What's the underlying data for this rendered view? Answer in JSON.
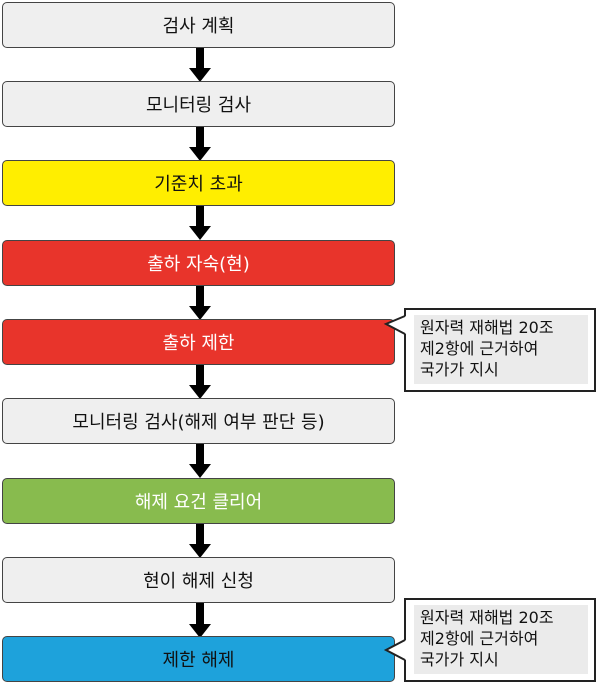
{
  "colors": {
    "default": "#efefef",
    "threshold": "#ffee00",
    "shipping": "#e8342b",
    "clearance": "#88bb4e",
    "release": "#1ea2db",
    "arrow": "#000000"
  },
  "steps": [
    {
      "label": "검사 계획",
      "color": "#efefef"
    },
    {
      "label": "모니터링 검사",
      "color": "#efefef"
    },
    {
      "label": "기준치 초과",
      "color": "#ffee00"
    },
    {
      "label": "출하 자숙(현)",
      "color": "#e8342b"
    },
    {
      "label": "출하 제한",
      "color": "#e8342b"
    },
    {
      "label": "모니터링 검사(해제 여부 판단 등)",
      "color": "#efefef"
    },
    {
      "label": "해제 요건 클리어",
      "color": "#88bb4e"
    },
    {
      "label": "현이 해제 신청",
      "color": "#efefef"
    },
    {
      "label": "제한 해제",
      "color": "#1ea2db"
    }
  ],
  "callouts": [
    {
      "lines": [
        "원자력 재해법 20조",
        "제2항에 근거하여",
        "국가가 지시"
      ]
    },
    {
      "lines": [
        "원자력 재해법 20조",
        "제2항에 근거하여",
        "국가가 지시"
      ]
    }
  ]
}
